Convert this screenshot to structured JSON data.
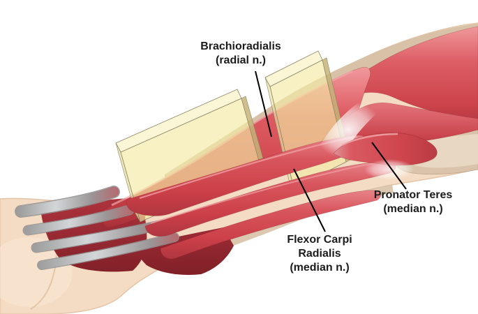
{
  "figure": {
    "type": "anatomical illustration",
    "subject": "Forearm muscles with nerve-block planes",
    "background": "#ffffff"
  },
  "labels": {
    "brachioradialis": {
      "lines": [
        "Brachioradialis",
        "(radial n.)"
      ]
    },
    "pronator_teres": {
      "lines": [
        "Pronator Teres",
        "(median n.)"
      ]
    },
    "flexor_carpi_radialis": {
      "lines": [
        "Flexor Carpi",
        "Radialis",
        "(median n.)"
      ]
    }
  },
  "colors": {
    "background": "#ffffff",
    "muscle_red": "#d0454d",
    "muscle_highlight": "#ee9497",
    "muscle_shadow": "#a02c34",
    "deep_muscle": "#93262e",
    "skin": "#f4dbc3",
    "skin_shadow": "#d8c2a7",
    "bone_tan": "#d9c4ab",
    "bone_tan_light": "#e8d7c1",
    "tendon_gray": "#b9bcbe",
    "block_yellow": "#f3e9a4",
    "block_top": "#faf5cf",
    "block_side": "#c5b478",
    "block_edge": "#8b8468",
    "leader_line": "#000000",
    "label_text": "#1c1c1c"
  }
}
